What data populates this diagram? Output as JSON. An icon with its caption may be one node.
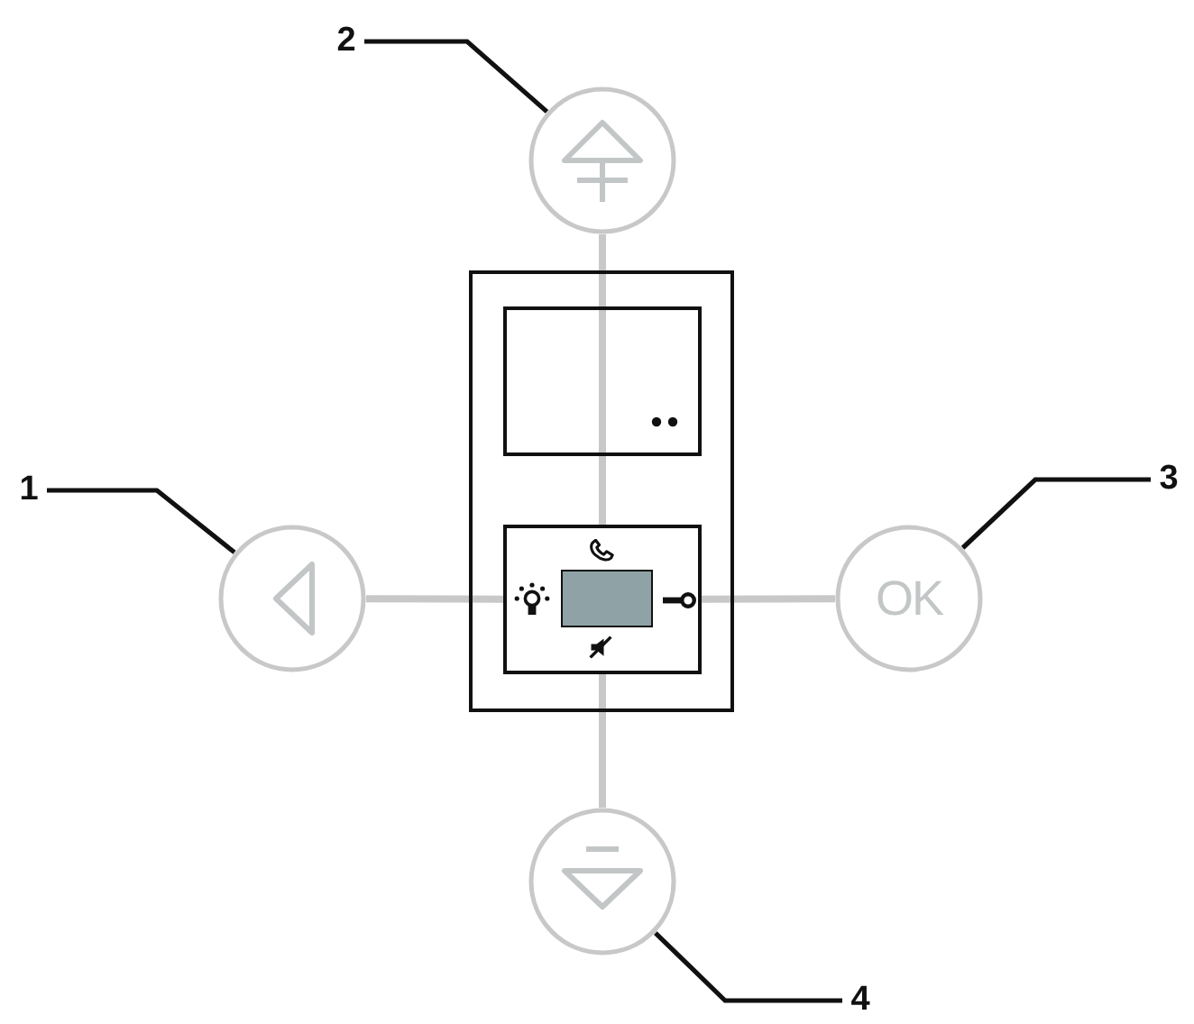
{
  "diagram": {
    "nodes": [
      {
        "text": [
          "2"
        ]
      },
      {
        "text": [],
        "shape": "circle"
      },
      {
        "text": [
          "1"
        ]
      },
      {
        "text": [],
        "shape": "circle"
      },
      {
        "text": [
          "OK"
        ]
      },
      {
        "text": [
          "3"
        ]
      },
      {
        "text": [],
        "shape": "circle"
      },
      {
        "text": [
          "4"
        ]
      },
      {
        "text": [],
        "shape": "box"
      },
      {
        "text": [],
        "shape": "box",
        "in": 8
      },
      {
        "text": [],
        "shape": "box",
        "in": 9
      }
    ],
    "edges": [
      {
        "from": 0,
        "to": 1,
        "arrow": "none"
      },
      {
        "from": 2,
        "to": 3,
        "arrow": "none"
      },
      {
        "from": 5,
        "to": 4,
        "arrow": "none"
      },
      {
        "from": 7,
        "to": 6,
        "arrow": "none"
      },
      {
        "from": 1,
        "to": 9,
        "arrow": "none",
        "color": "#c8c8c8"
      },
      {
        "from": 3,
        "to": 9,
        "arrow": "none",
        "color": "#c8c8c8"
      },
      {
        "from": 4,
        "to": 9,
        "arrow": "none",
        "color": "#c8c8c8"
      },
      {
        "from": 6,
        "to": 9,
        "arrow": "none",
        "color": "#c8c8c8"
      }
    ]
  }
}
